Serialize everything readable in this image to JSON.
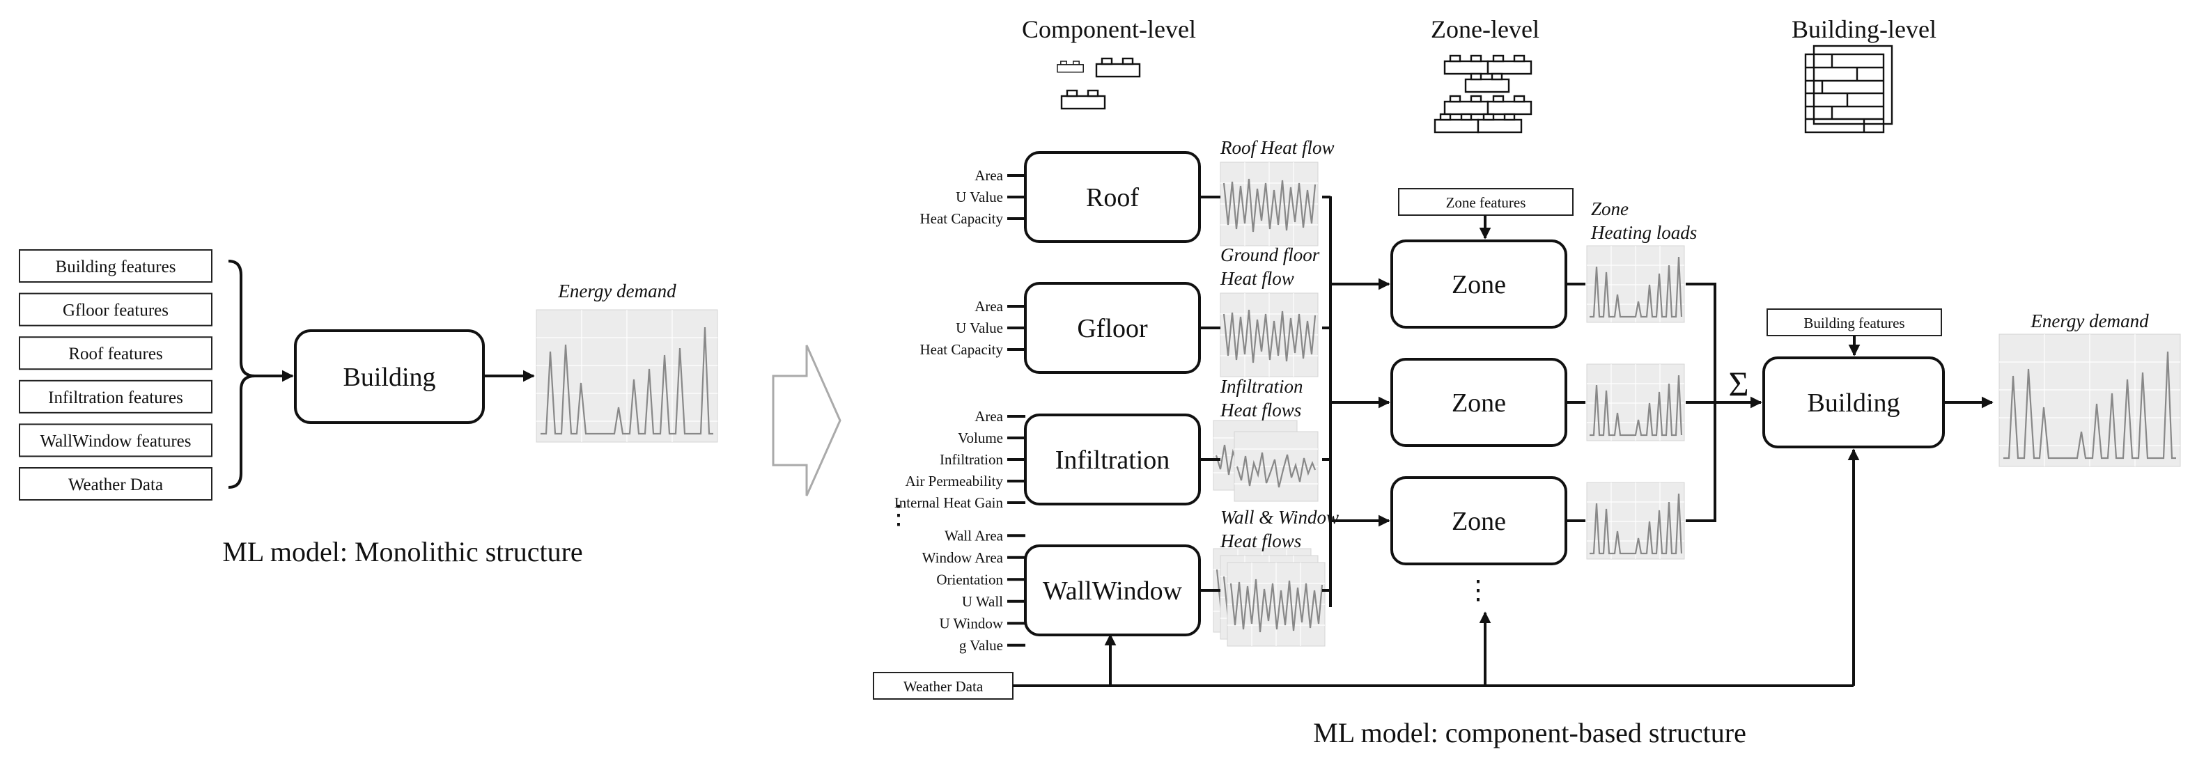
{
  "monolithic": {
    "features": [
      "Building features",
      "Gfloor features",
      "Roof features",
      "Infiltration features",
      "WallWindow features",
      "Weather Data"
    ],
    "model_label": "Building",
    "output_label": "Energy demand",
    "caption": "ML model: Monolithic structure"
  },
  "component": {
    "levels": {
      "component": "Component-level",
      "zone": "Zone-level",
      "building": "Building-level"
    },
    "components": [
      {
        "id": "roof",
        "label": "Roof",
        "inputs": [
          "Area",
          "U Value",
          "Heat Capacity"
        ],
        "flow_label": [
          "Roof Heat flow"
        ]
      },
      {
        "id": "gfloor",
        "label": "Gfloor",
        "inputs": [
          "Area",
          "U Value",
          "Heat Capacity"
        ],
        "flow_label": [
          "Ground floor",
          "Heat flow"
        ]
      },
      {
        "id": "infiltration",
        "label": "Infiltration",
        "inputs": [
          "Area",
          "Volume",
          "Infiltration",
          "Air Permeability",
          "Internal Heat Gain"
        ],
        "flow_label": [
          "Infiltration",
          "Heat flows"
        ]
      },
      {
        "id": "wallwindow",
        "label": "WallWindow",
        "inputs": [
          "Wall Area",
          "Window Area",
          "Orientation",
          "U Wall",
          "U Window",
          "g Value"
        ],
        "flow_label": [
          "Wall & Window",
          "Heat flows"
        ]
      }
    ],
    "ellipsis": "⋮",
    "zone_features": "Zone features",
    "zone_label": "Zone",
    "zone_output_label": [
      "Zone",
      "Heating loads"
    ],
    "building_features": "Building features",
    "building_label": "Building",
    "sum_symbol": "Σ",
    "output_label": "Energy demand",
    "weather": "Weather Data",
    "caption": "ML model: component-based structure"
  }
}
